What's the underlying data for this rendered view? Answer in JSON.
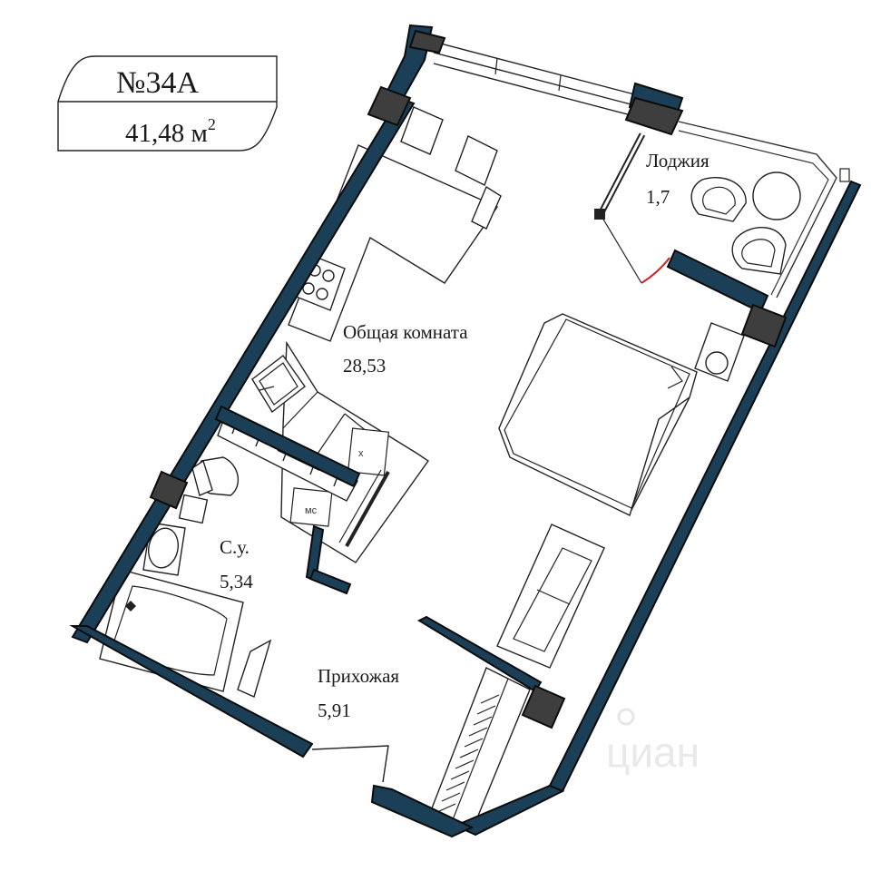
{
  "apartment": {
    "number": "№34А",
    "area_value": "41,48 м",
    "area_sup": "2"
  },
  "rooms": {
    "loggia": {
      "name": "Лоджия",
      "area": "1,7"
    },
    "living": {
      "name": "Общая комната",
      "area": "28,53"
    },
    "bathroom": {
      "name": "С.у.",
      "area": "5,34"
    },
    "hallway": {
      "name": "Прихожая",
      "area": "5,91"
    }
  },
  "fixtures": {
    "fridge_mark": "х",
    "washer_mark": "мс"
  },
  "watermark": "циан",
  "colors": {
    "wall": "#1b3f57",
    "column": "#3e3e3e",
    "door_swing": "#d42020"
  }
}
